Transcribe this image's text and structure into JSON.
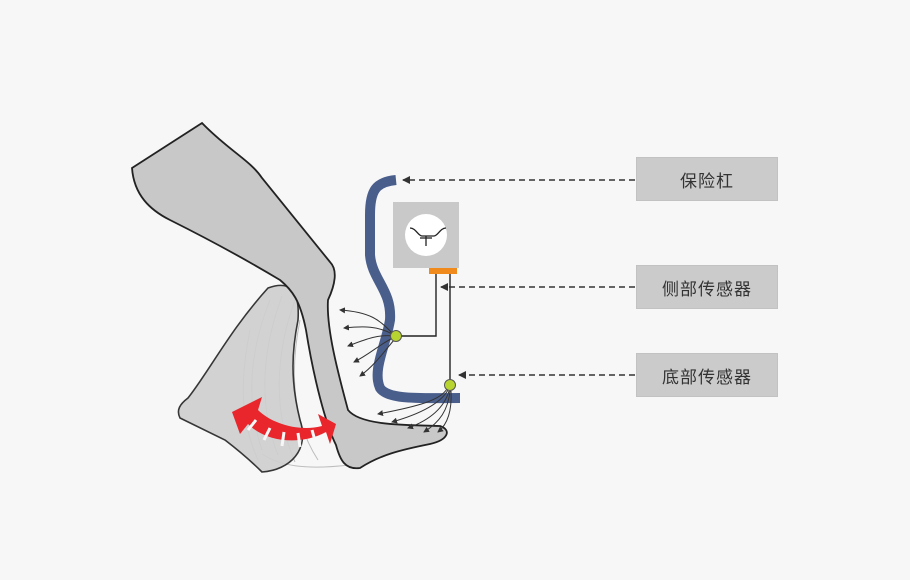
{
  "labels": {
    "bumper": "保险杠",
    "side_sensor": "侧部传感器",
    "bottom_sensor": "底部传感器"
  },
  "colors": {
    "background": "#f7f7f7",
    "leg_fill": "#c8c8c8",
    "bumper": "#4a5e8c",
    "sensor_bar": "#f08a1c",
    "sensor_dot": "#b8d430",
    "motion_arrow": "#e8262c",
    "label_box": "#cbcbcb"
  },
  "icons": {
    "switch": "switch-symbol-icon",
    "motion": "curved-double-arrow-icon"
  }
}
